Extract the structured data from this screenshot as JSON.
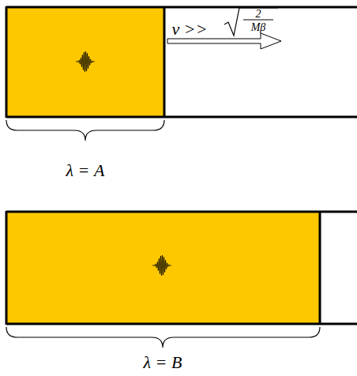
{
  "diagram": {
    "labels": [
      "v >>",
      "2",
      "Mβ",
      "λ = A",
      "λ = B"
    ]
  }
}
